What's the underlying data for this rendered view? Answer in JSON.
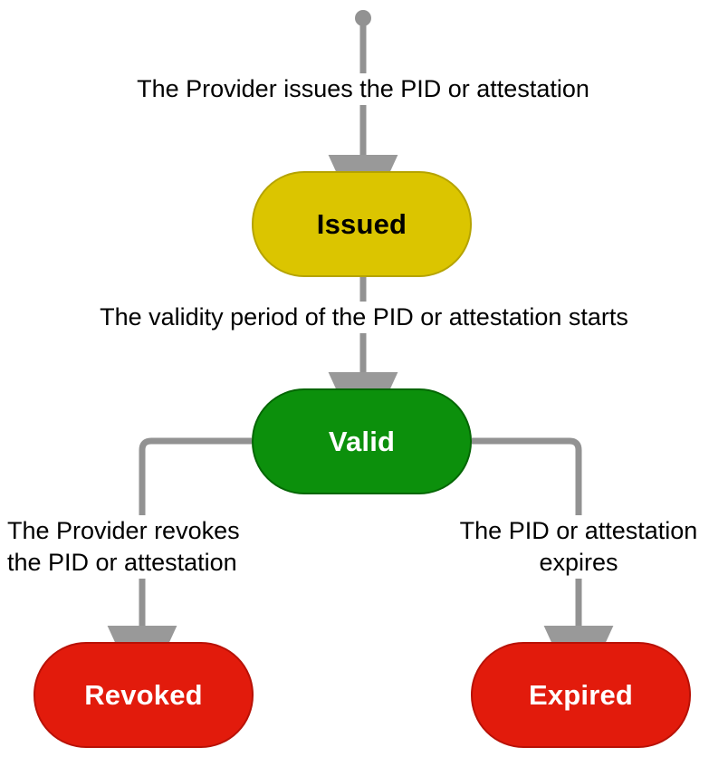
{
  "diagram": {
    "type": "state-machine",
    "title": "PID or attestation lifecycle states",
    "colors": {
      "edge": "#999999",
      "issued_fill": "#DBC500",
      "issued_stroke": "#B5A300",
      "issued_text": "#000000",
      "valid_fill": "#0C900C",
      "valid_stroke": "#046604",
      "valid_text": "#FFFFFF",
      "terminal_fill": "#E21B0C",
      "terminal_stroke": "#B81106",
      "terminal_text": "#FFFFFF",
      "background": "#FFFFFF"
    },
    "start_marker": "filled-circle-start-state",
    "nodes": [
      {
        "id": "issued",
        "label": "Issued"
      },
      {
        "id": "valid",
        "label": "Valid"
      },
      {
        "id": "revoked",
        "label": "Revoked"
      },
      {
        "id": "expired",
        "label": "Expired"
      }
    ],
    "edges": [
      {
        "id": "start-to-issued",
        "from": "start",
        "to": "issued",
        "label": "The Provider issues the PID or attestation"
      },
      {
        "id": "issued-to-valid",
        "from": "issued",
        "to": "valid",
        "label": "The validity period of the PID or attestation starts"
      },
      {
        "id": "valid-to-revoked",
        "from": "valid",
        "to": "revoked",
        "label": "The Provider revokes\nthe PID or attestation"
      },
      {
        "id": "valid-to-expired",
        "from": "valid",
        "to": "expired",
        "label": "The PID or attestation\nexpires"
      }
    ]
  }
}
